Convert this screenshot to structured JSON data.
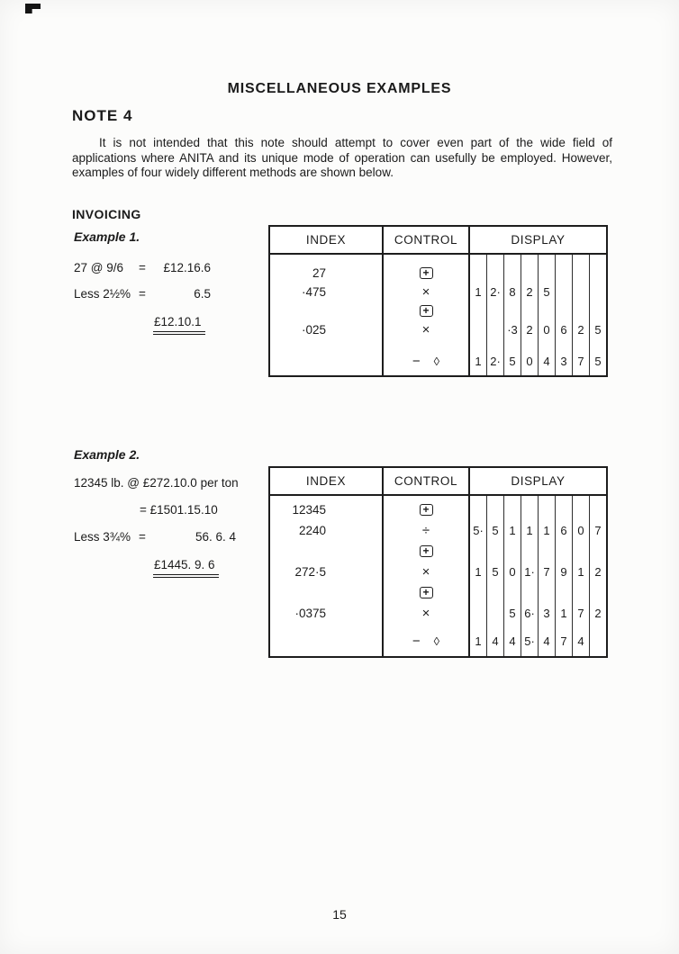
{
  "page": {
    "title": "MISCELLANEOUS EXAMPLES",
    "note_heading": "NOTE 4",
    "intro": "It is not intended that this note should attempt to cover even part of the wide field of applications where ANITA and its unique mode of operation can usefully be employed. However, examples of four widely different methods are shown below.",
    "section_heading": "INVOICING",
    "page_number": "15"
  },
  "example1": {
    "label": "Example 1.",
    "calc": {
      "line1_label": "27 @ 9/6",
      "line1_eq": "=",
      "line1_value": "£12.16.6",
      "line2_label": "Less 2½%",
      "line2_eq": "=",
      "line2_value": "6.5",
      "total": "£12.10.1"
    },
    "table": {
      "headers": [
        "INDEX",
        "CONTROL",
        "DISPLAY"
      ],
      "rows": [
        {
          "index": "27",
          "control": "+",
          "display": [
            "",
            "",
            "",
            "",
            "",
            "",
            "",
            ""
          ]
        },
        {
          "index": "·475",
          "control": "×",
          "display": [
            "1",
            "2·",
            "8",
            "2",
            "5",
            "",
            "",
            ""
          ]
        },
        {
          "index": "",
          "control": "+",
          "display": [
            "",
            "",
            "",
            "",
            "",
            "",
            "",
            ""
          ]
        },
        {
          "index": "·025",
          "control": "×",
          "display": [
            "",
            "",
            "·3",
            "2",
            "0",
            "6",
            "2",
            "5"
          ]
        },
        {
          "index": "",
          "control": "−",
          "control2": "◊",
          "display": [
            "1",
            "2·",
            "5",
            "0",
            "4",
            "3",
            "7",
            "5"
          ]
        }
      ]
    }
  },
  "example2": {
    "label": "Example 2.",
    "calc": {
      "line1": "12345 lb. @ £272.10.0 per ton",
      "line2": "= £1501.15.10",
      "line3_label": "Less 3¾%",
      "line3_eq": "=",
      "line3_value": "56. 6. 4",
      "total": "£1445. 9. 6"
    },
    "table": {
      "headers": [
        "INDEX",
        "CONTROL",
        "DISPLAY"
      ],
      "rows": [
        {
          "index": "12345",
          "control": "+",
          "display": [
            "",
            "",
            "",
            "",
            "",
            "",
            "",
            ""
          ]
        },
        {
          "index": "2240",
          "control": "÷",
          "display": [
            "5·",
            "5",
            "1",
            "1",
            "1",
            "6",
            "0",
            "7"
          ]
        },
        {
          "index": "",
          "control": "+",
          "display": [
            "",
            "",
            "",
            "",
            "",
            "",
            "",
            ""
          ]
        },
        {
          "index": "272·5",
          "control": "×",
          "display": [
            "1",
            "5",
            "0",
            "1·",
            "7",
            "9",
            "1",
            "2"
          ]
        },
        {
          "index": "",
          "control": "+",
          "display": [
            "",
            "",
            "",
            "",
            "",
            "",
            "",
            ""
          ]
        },
        {
          "index": "·0375",
          "control": "×",
          "display": [
            "",
            "",
            "5",
            "6·",
            "3",
            "1",
            "7",
            "2"
          ]
        },
        {
          "index": "",
          "control": "−",
          "control2": "◊",
          "display": [
            "1",
            "4",
            "4",
            "5·",
            "4",
            "7",
            "4",
            ""
          ]
        }
      ]
    }
  }
}
